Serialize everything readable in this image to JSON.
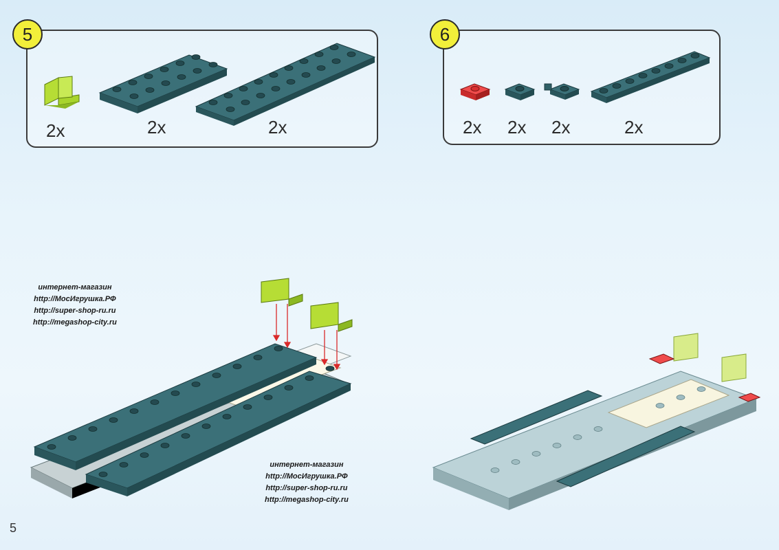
{
  "steps": [
    {
      "number": "5",
      "parts": [
        {
          "icon": "lime-bracket-icon",
          "qty": "2x"
        },
        {
          "icon": "dark-teal-plate-2x6-icon",
          "qty": "2x"
        },
        {
          "icon": "dark-teal-plate-2x10-icon",
          "qty": "2x"
        }
      ]
    },
    {
      "number": "6",
      "parts": [
        {
          "icon": "red-plate-1x1-icon",
          "qty": "2x"
        },
        {
          "icon": "dark-teal-plate-1x1-icon",
          "qty": "2x"
        },
        {
          "icon": "dark-teal-clip-plate-icon",
          "qty": "2x"
        },
        {
          "icon": "dark-teal-plate-1x8-icon",
          "qty": "2x"
        }
      ]
    }
  ],
  "watermark": {
    "lines": [
      "интернет-магазин",
      "http://МосИгрушка.РФ",
      "http://super-shop-ru.ru",
      "http://megashop-city.ru"
    ]
  },
  "page_number": "5",
  "colors": {
    "dark_teal": "#2f5f66",
    "lime": "#a8d42c",
    "red": "#e23b3b",
    "light_grey": "#b9cfd4",
    "white": "#ffffff"
  }
}
